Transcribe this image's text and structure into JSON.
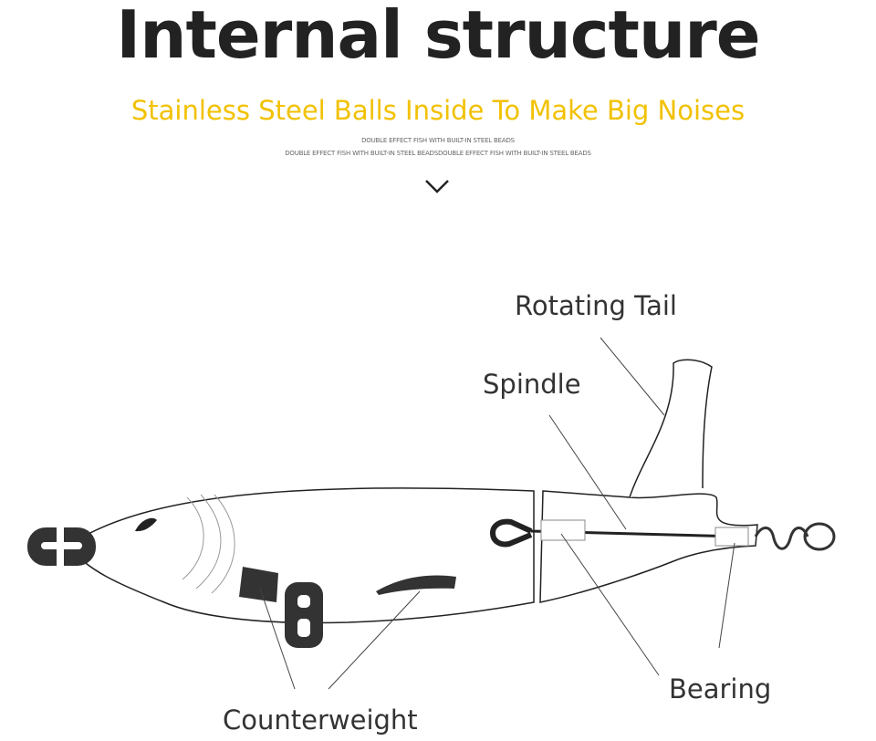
{
  "header": {
    "title": "Internal structure",
    "subtitle": "Stainless Steel Balls Inside To Make Big Noises",
    "caption_line1": "DOUBLE EFFECT FISH WITH BUILT-IN STEEL BEADS",
    "caption_line2": "DOUBLE EFFECT FISH WITH BUILT-IN STEEL BEADSDOUBLE EFFECT FISH WITH BUILT-IN STEEL BEADS"
  },
  "diagram": {
    "labels": {
      "rotating_tail": "Rotating Tail",
      "spindle": "Spindle",
      "bearing": "Bearing",
      "counterweight": "Counterweight"
    }
  },
  "colors": {
    "accent": "#f2c100",
    "title": "#222222",
    "part": "#333333"
  }
}
